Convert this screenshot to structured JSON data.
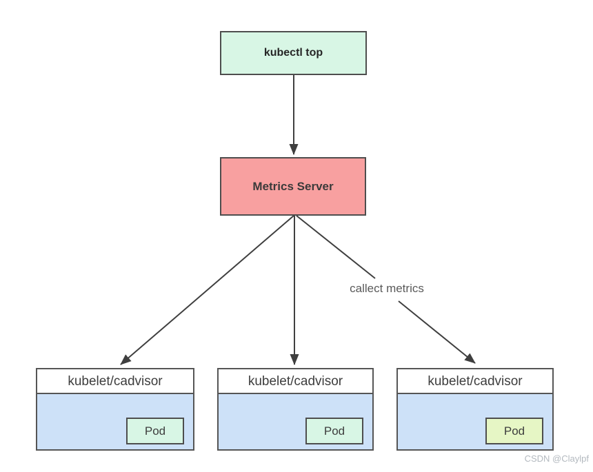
{
  "diagram": {
    "kubectl": {
      "label": "kubectl top"
    },
    "metrics_server": {
      "label": "Metrics Server"
    },
    "edge_label": "callect metrics",
    "workers": [
      {
        "header": "kubelet/cadvisor",
        "pod_label": "Pod"
      },
      {
        "header": "kubelet/cadvisor",
        "pod_label": "Pod"
      },
      {
        "header": "kubelet/cadvisor",
        "pod_label": "Pod"
      }
    ],
    "watermark": "CSDN @Claylpf",
    "colors": {
      "kubectl_fill": "#d8f6e5",
      "metrics_fill": "#f8a0a0",
      "worker_body_fill": "#cde1f8",
      "pod_fill_mint": "#d8f6e5",
      "pod_fill_yellow_green": "#e6f6c5",
      "border": "#4d4d4d",
      "arrow": "#3f3f3f",
      "edge_label_text": "#595959",
      "watermark_text": "#b3b9bf"
    }
  }
}
